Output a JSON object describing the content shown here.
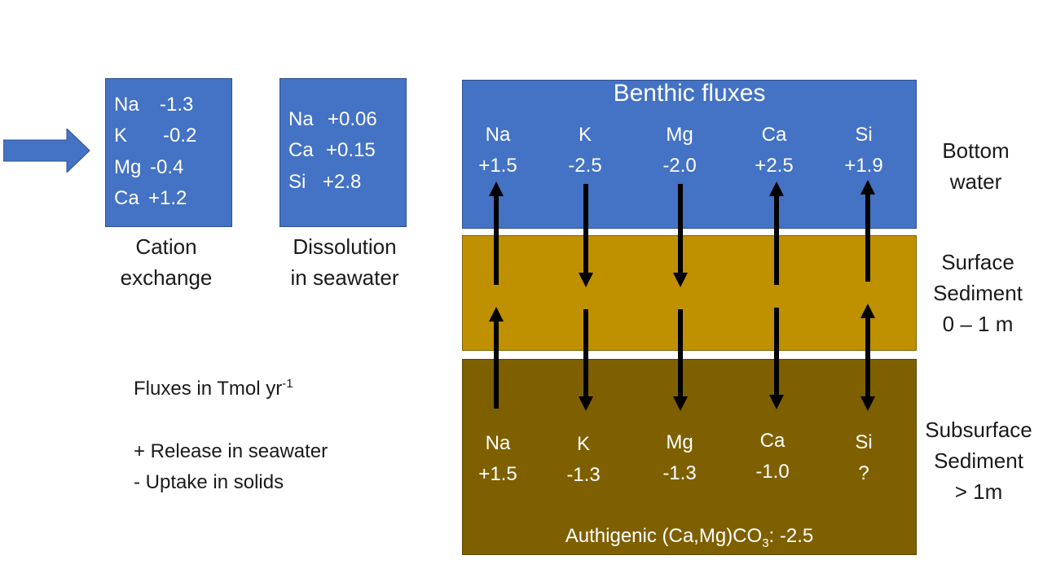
{
  "cation_exchange": {
    "rows": [
      {
        "el": "Na",
        "v": "-1.3"
      },
      {
        "el": "K",
        "v": "-0.2"
      },
      {
        "el": "Mg",
        "v": "-0.4"
      },
      {
        "el": "Ca",
        "v": "+1.2"
      }
    ],
    "caption_line1": "Cation",
    "caption_line2": "exchange"
  },
  "dissolution": {
    "rows": [
      {
        "el": "Na",
        "v": "+0.06"
      },
      {
        "el": "Ca",
        "v": "+0.15"
      },
      {
        "el": "Si",
        "v": "+2.8"
      }
    ],
    "caption_line1": "Dissolution",
    "caption_line2": "in seawater"
  },
  "benthic": {
    "title": "Benthic fluxes",
    "columns": [
      {
        "el": "Na",
        "top": "+1.5",
        "bottom": "+1.5",
        "direction": "up"
      },
      {
        "el": "K",
        "top": "-2.5",
        "bottom": "-1.3",
        "direction": "down"
      },
      {
        "el": "Mg",
        "top": "-2.0",
        "bottom": "-1.3",
        "direction": "down"
      },
      {
        "el": "Ca",
        "top": "+2.5",
        "bottom": "-1.0",
        "direction": "up/down"
      },
      {
        "el": "Si",
        "top": "+1.9",
        "bottom": "?",
        "direction": "up/both"
      }
    ],
    "authigenic_prefix": "Authigenic (Ca,Mg)CO",
    "authigenic_sub": "3",
    "authigenic_suffix": ": -2.5"
  },
  "side_labels": {
    "bottom_water": [
      "Bottom",
      "water"
    ],
    "surface_sediment": [
      "Surface",
      "Sediment",
      "0 – 1 m"
    ],
    "subsurface_sediment": [
      "Subsurface",
      "Sediment",
      "> 1m"
    ]
  },
  "legend": {
    "units_prefix": "Fluxes in Tmol yr",
    "units_sup": "-1",
    "release": "+ Release in seawater",
    "uptake": "- Uptake in solids"
  },
  "colors": {
    "blue": "#4472c4",
    "surface_sediment": "#bf9000",
    "subsurface_sediment": "#7f6000",
    "arrow": "#000000"
  }
}
